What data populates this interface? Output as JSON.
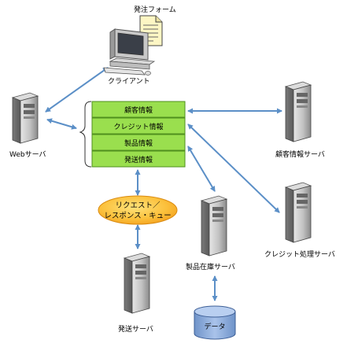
{
  "labels": {
    "order_form": "発注フォーム",
    "client": "クライアント",
    "web_server": "Webサーバ",
    "customer_server": "顧客情報サーバ",
    "credit_server": "クレジット処理サーバ",
    "inventory_server": "製品在庫サーバ",
    "shipping_server": "発送サーバ",
    "data": "データ"
  },
  "info_items": [
    "顧客情報",
    "クレジット情報",
    "製品情報",
    "発送情報"
  ],
  "queue": {
    "line1": "リクエスト／",
    "line2": "レスポンス・キュー"
  },
  "colors": {
    "info_box": "#9adf4e",
    "queue_fill": "#f6a81f",
    "arrow": "#5b8fc7",
    "database": "#8fb1e0"
  }
}
